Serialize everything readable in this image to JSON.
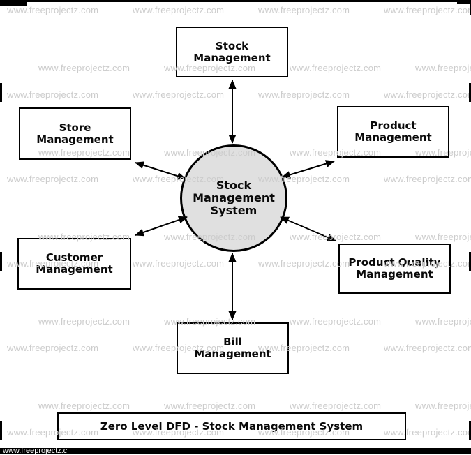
{
  "diagram": {
    "title": "Zero Level DFD - Stock Management System",
    "process": {
      "line1": "Stock",
      "line2": "Management",
      "line3": "System"
    },
    "entities": {
      "stock": {
        "line1": "Stock",
        "line2": "Management"
      },
      "store": {
        "line1": "Store",
        "line2": "Management"
      },
      "product": {
        "line1": "Product",
        "line2": "Management"
      },
      "customer": {
        "line1": "Customer",
        "line2": "Management"
      },
      "quality": {
        "line1": "Product Quality",
        "line2": "Management"
      },
      "bill": {
        "line1": "Bill",
        "line2": "Management"
      }
    }
  },
  "watermark": {
    "tile_text": "www.freeprojectz.com",
    "bar_text": "www.freeprojectz.c",
    "color": "#cccccc",
    "grid": {
      "phase1_rows": [
        7,
        128,
        249,
        370,
        491,
        612
      ],
      "phase2_rows": [
        90,
        211,
        332,
        453,
        574
      ],
      "phase1_cols": [
        10,
        190,
        370,
        550
      ],
      "phase2_cols": [
        55,
        235,
        415,
        595
      ]
    }
  },
  "colors": {
    "process_fill": "#e0e0e0",
    "line": "#000000",
    "text": "#0a0a0a",
    "watermark_bar_bg": "#000000"
  }
}
